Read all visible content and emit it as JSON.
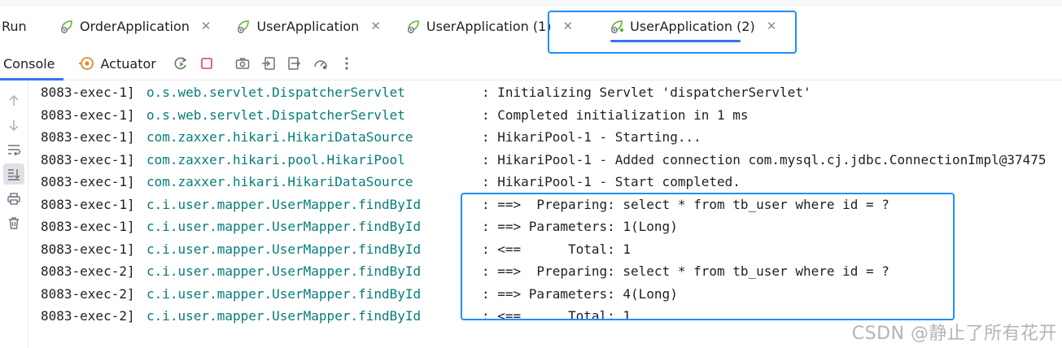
{
  "run_panel": {
    "label": "Run",
    "tabs": [
      {
        "label": "OrderApplication",
        "active": false
      },
      {
        "label": "UserApplication",
        "active": false
      },
      {
        "label": "UserApplication (1)",
        "active": false
      },
      {
        "label": "UserApplication (2)",
        "active": true
      }
    ]
  },
  "toolbar": {
    "console_label": "Console",
    "actuator_label": "Actuator"
  },
  "console": {
    "lines": [
      {
        "thread": "8083-exec-1]",
        "logger": "o.s.web.servlet.DispatcherServlet",
        "message": ": Initializing Servlet 'dispatcherServlet'"
      },
      {
        "thread": "8083-exec-1]",
        "logger": "o.s.web.servlet.DispatcherServlet",
        "message": ": Completed initialization in 1 ms"
      },
      {
        "thread": "8083-exec-1]",
        "logger": "com.zaxxer.hikari.HikariDataSource",
        "message": ": HikariPool-1 - Starting..."
      },
      {
        "thread": "8083-exec-1]",
        "logger": "com.zaxxer.hikari.pool.HikariPool",
        "message": ": HikariPool-1 - Added connection com.mysql.cj.jdbc.ConnectionImpl@37475"
      },
      {
        "thread": "8083-exec-1]",
        "logger": "com.zaxxer.hikari.HikariDataSource",
        "message": ": HikariPool-1 - Start completed."
      },
      {
        "thread": "8083-exec-1]",
        "logger": "c.i.user.mapper.UserMapper.findById",
        "message": ": ==>  Preparing: select * from tb_user where id = ?"
      },
      {
        "thread": "8083-exec-1]",
        "logger": "c.i.user.mapper.UserMapper.findById",
        "message": ": ==> Parameters: 1(Long)"
      },
      {
        "thread": "8083-exec-1]",
        "logger": "c.i.user.mapper.UserMapper.findById",
        "message": ": <==      Total: 1"
      },
      {
        "thread": "8083-exec-2]",
        "logger": "c.i.user.mapper.UserMapper.findById",
        "message": ": ==>  Preparing: select * from tb_user where id = ?"
      },
      {
        "thread": "8083-exec-2]",
        "logger": "c.i.user.mapper.UserMapper.findById",
        "message": ": ==> Parameters: 4(Long)"
      },
      {
        "thread": "8083-exec-2]",
        "logger": "c.i.user.mapper.UserMapper.findById",
        "message": ": <==      Total: 1"
      }
    ]
  },
  "watermark": "CSDN @静止了所有花开",
  "colors": {
    "logger": "#067d7a",
    "accent": "#3574f0",
    "highlight_box": "#1e90ff",
    "stop_red": "#e55765",
    "spring_green": "#5fb832"
  }
}
